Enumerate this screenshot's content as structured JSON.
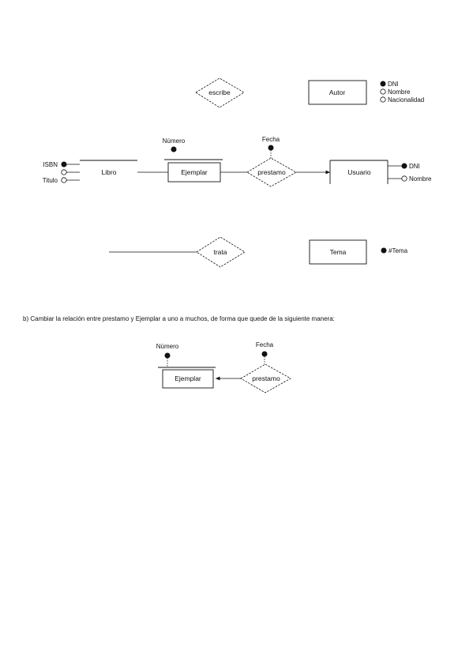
{
  "diagram1": {
    "entities": {
      "autor": "Autor",
      "libro": "Libro",
      "ejemplar": "Ejemplar",
      "usuario": "Usuario",
      "tema": "Tema"
    },
    "relations": {
      "escribe": "escribe",
      "prestamo": "prestamo",
      "trata": "trata"
    },
    "attributes": {
      "autor": [
        "DNI",
        "Nombre",
        "Nacionalidad"
      ],
      "libro": [
        "ISBN",
        "Titulo"
      ],
      "ejemplar": "Número",
      "prestamo": "Fecha",
      "usuario": [
        "DNI",
        "Nombre"
      ],
      "tema": "#Tema"
    }
  },
  "instruction": "b) Cambiar la relación entre prestamo y Ejemplar a uno a muchos, de forma que quede de la siguiente manera:",
  "diagram2": {
    "entity": "Ejemplar",
    "relation": "prestamo",
    "attr_ejemplar": "Número",
    "attr_prestamo": "Fecha"
  }
}
